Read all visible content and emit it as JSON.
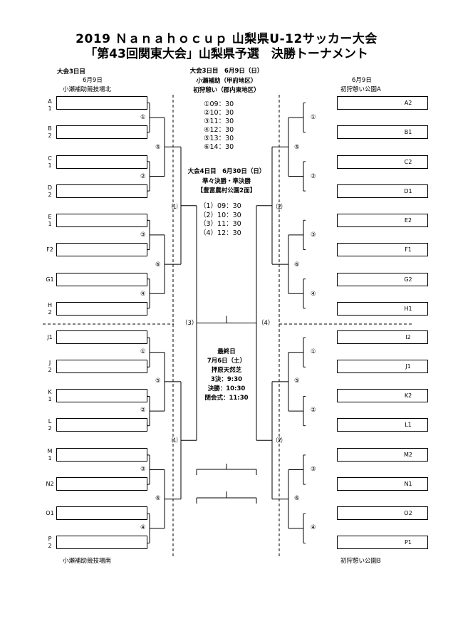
{
  "header": {
    "line1": "2019 Ｎａｎａｈｏｃｕｐ 山梨県U-12サッカー大会",
    "line2": "「第43回関東大会」山梨県予選　決勝トーナメント"
  },
  "left": {
    "day_label": "大会3日目",
    "date": "6月9日",
    "venue_top": "小瀬補助競技場北",
    "venue_bottom": "小瀬補助競技場南",
    "teams": [
      [
        "A",
        "1"
      ],
      [
        "B",
        "2"
      ],
      [
        "C",
        "1"
      ],
      [
        "D",
        "2"
      ],
      [
        "E",
        "1"
      ],
      [
        "F2",
        ""
      ],
      [
        "G1",
        ""
      ],
      [
        "H",
        "2"
      ],
      [
        "J1",
        ""
      ],
      [
        "J",
        "2"
      ],
      [
        "K",
        "1"
      ],
      [
        "L",
        "2"
      ],
      [
        "M",
        "1"
      ],
      [
        "N2",
        ""
      ],
      [
        "O1",
        ""
      ],
      [
        "P",
        "2"
      ]
    ]
  },
  "right": {
    "date": "6月9日",
    "venue_top": "初狩憩い公園A",
    "venue_bottom": "初狩憩い公園B",
    "teams": [
      "A2",
      "B1",
      "C2",
      "D1",
      "E2",
      "F1",
      "G2",
      "H1",
      "I2",
      "J1",
      "K2",
      "L1",
      "M2",
      "N1",
      "O2",
      "P1"
    ]
  },
  "round_marks": {
    "r1": [
      "①",
      "②",
      "③",
      "④"
    ],
    "r2": [
      "⑤",
      "⑥"
    ],
    "r3_left": "⑴",
    "r3_right": "⑵",
    "semi_left": "（3）",
    "semi_right": "（4）"
  },
  "center": {
    "day3": {
      "title": "大会3日目　6月9日（日）",
      "venue1": "小瀬補助（甲府地区）",
      "venue2": "初狩憩い（郡内東地区）",
      "times": [
        "①09：30",
        "②10：30",
        "③11：30",
        "④12：30",
        "⑤13：30",
        "⑥14：30"
      ]
    },
    "day4": {
      "title": "大会4日目　6月30日（日）",
      "rounds": "準々決勝・準決勝",
      "venue": "【豊富農村公園2面】",
      "times": [
        "（1）09：30",
        "（2）10：30",
        "（3）11：30",
        "（4）12：30"
      ]
    },
    "final": {
      "title": "最終日",
      "date": "7月6日（土）",
      "venue": "押原天然芝",
      "third": "3決：9:30",
      "final": "決勝：10:30",
      "closing": "閉会式：11:30"
    }
  }
}
